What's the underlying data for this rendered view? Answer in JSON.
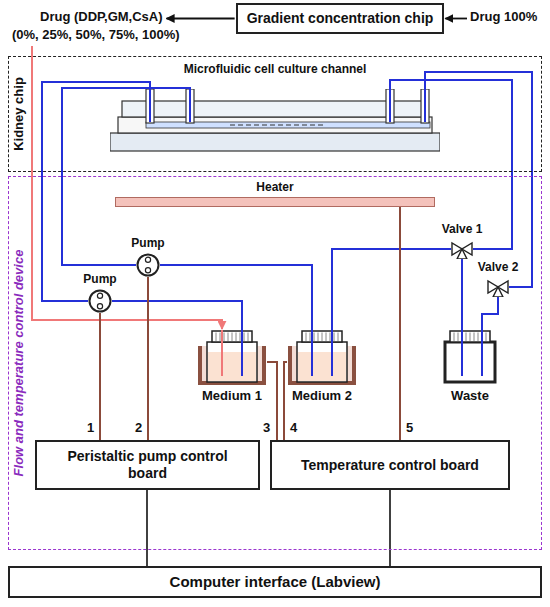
{
  "diagram": {
    "nodes": [
      {
        "text": [
          "Gradient concentration chip"
        ]
      },
      {
        "text": [
          "Kidney chip"
        ]
      },
      {
        "text": [
          "Microfluidic cell culture channel"
        ],
        "in": 1
      },
      {
        "text": [
          "Flow and temperature control device"
        ]
      },
      {
        "text": [
          "Heater"
        ],
        "in": 3
      },
      {
        "text": [
          "Pump"
        ],
        "in": 3
      },
      {
        "text": [
          "Pump"
        ],
        "in": 3
      },
      {
        "text": [
          "Valve 1"
        ],
        "in": 3
      },
      {
        "text": [
          "Valve 2"
        ],
        "in": 3
      },
      {
        "text": [
          "Medium 1"
        ],
        "in": 3
      },
      {
        "text": [
          "Medium 2"
        ],
        "in": 3
      },
      {
        "text": [
          "Waste"
        ],
        "in": 3
      },
      {
        "text": [
          "Peristaltic pump control board"
        ],
        "in": 3
      },
      {
        "text": [
          "Temperature control board"
        ],
        "in": 3
      },
      {
        "text": [
          "Computer interface (Labview)"
        ]
      }
    ],
    "edges": [
      {
        "from": 9,
        "to": 5,
        "arrow": "none"
      },
      {
        "from": 5,
        "to": 2,
        "arrow": "none"
      },
      {
        "from": 10,
        "to": 6,
        "arrow": "none"
      },
      {
        "from": 6,
        "to": 2,
        "arrow": "none"
      },
      {
        "from": 2,
        "to": 7,
        "arrow": "none"
      },
      {
        "from": 2,
        "to": 8,
        "arrow": "none"
      },
      {
        "from": 7,
        "to": 11,
        "arrow": "none"
      },
      {
        "from": 8,
        "to": 11,
        "arrow": "none"
      },
      {
        "from": 7,
        "to": 10,
        "arrow": "none"
      },
      {
        "from": 12,
        "to": 5,
        "label": "1",
        "arrow": "none"
      },
      {
        "from": 12,
        "to": 6,
        "label": "2",
        "arrow": "none"
      },
      {
        "from": 13,
        "to": 9,
        "label": "3",
        "arrow": "none"
      },
      {
        "from": 13,
        "to": 10,
        "label": "4",
        "arrow": "none"
      },
      {
        "from": 13,
        "to": 4,
        "label": "5",
        "arrow": "none"
      },
      {
        "from": 12,
        "to": 14,
        "arrow": "none"
      },
      {
        "from": 13,
        "to": 14,
        "arrow": "none"
      }
    ],
    "labels": [
      "Drug (DDP,GM,CsA)",
      "(0%, 25%, 50%, 75%, 100%)",
      "Drug 100%"
    ]
  }
}
